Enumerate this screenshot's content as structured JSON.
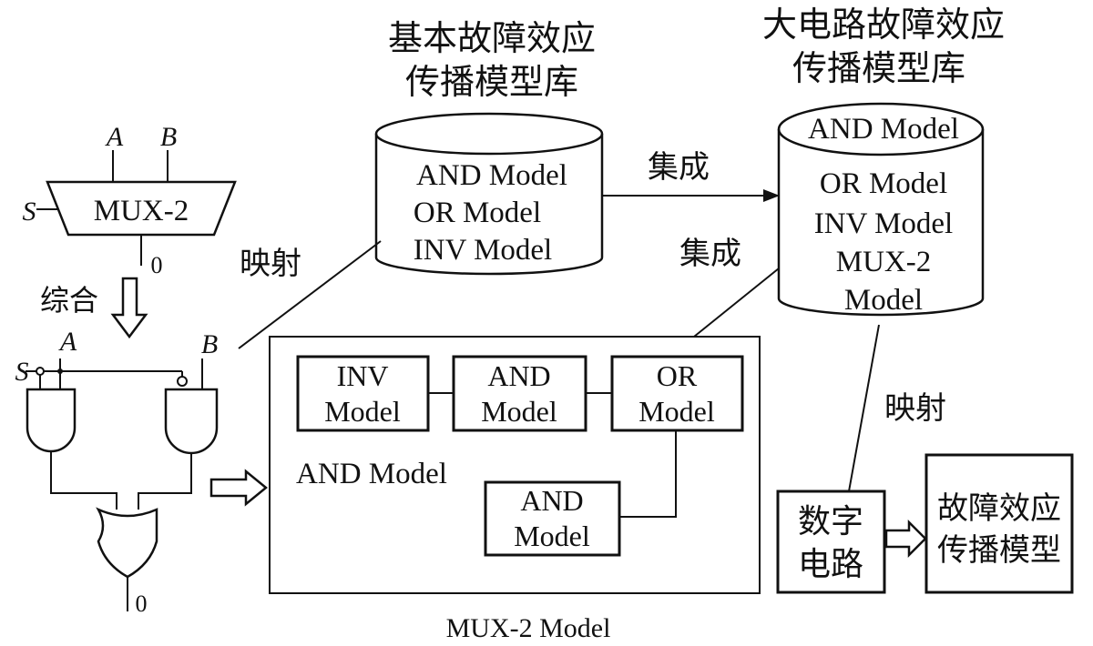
{
  "basic_library": {
    "title_line1": "基本故障效应",
    "title_line2": "传播模型库",
    "models": [
      "AND Model",
      "OR Model",
      "INV Model"
    ]
  },
  "large_library": {
    "title_line1": "大电路故障效应",
    "title_line2": "传播模型库",
    "top_model": "AND Model",
    "models": [
      "OR Model",
      "INV Model",
      "MUX-2",
      "Model"
    ]
  },
  "mux_symbol": {
    "label": "MUX-2",
    "input_a": "A",
    "input_b": "B",
    "select": "S",
    "output": "0"
  },
  "synthesis_label": "综合",
  "gate_circuit": {
    "select": "S",
    "input_a": "A",
    "input_b": "B",
    "output": "0"
  },
  "edges": {
    "integrate_1": "集成",
    "integrate_2": "集成",
    "map_1": "映射",
    "map_2": "映射"
  },
  "mux_model": {
    "caption": "MUX-2  Model",
    "and_label": "AND Model",
    "inv_box": {
      "line1": "INV",
      "line2": "Model"
    },
    "and_box_1": {
      "line1": "AND",
      "line2": "Model"
    },
    "or_box": {
      "line1": "OR",
      "line2": "Model"
    },
    "and_box_2": {
      "line1": "AND",
      "line2": "Model"
    }
  },
  "digital_circuit": {
    "line1": "数字",
    "line2": "电路"
  },
  "fault_model": {
    "line1": "故障效应",
    "line2": "传播模型"
  }
}
